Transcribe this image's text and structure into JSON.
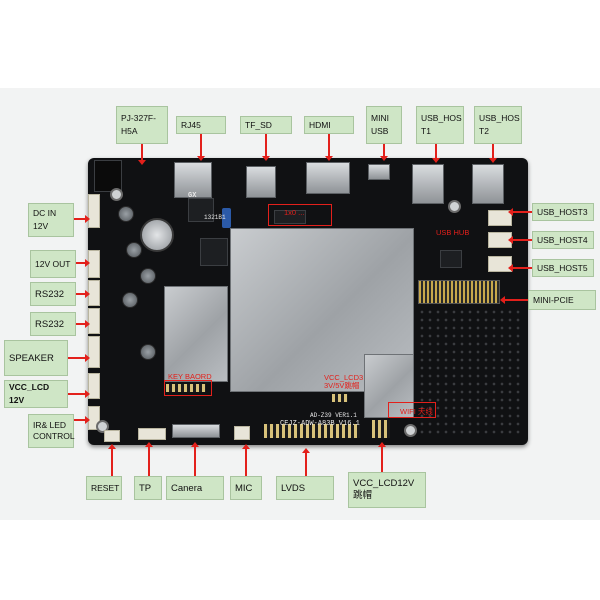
{
  "labels": {
    "pj327": "PJ-327F-\nH5A",
    "rj45": "RJ45",
    "tf_sd": "TF_SD",
    "hdmi": "HDMI",
    "mini_usb": "MINI\nUSB",
    "usb_host1": "USB_HOS\nT1",
    "usb_host2": "USB_HOS\nT2",
    "usb_host3": "USB_HOST3",
    "usb_host4": "USB_HOST4",
    "usb_host5": "USB_HOST5",
    "mini_pcie": "MINI-PCIE",
    "dc_in": "DC IN 12V",
    "out_12v": "12V OUT",
    "rs232_a": "RS232",
    "rs232_b": "RS232",
    "speaker": "SPEAKER",
    "vcc_lcd_12v": "VCC_LCD 12V",
    "ir_led": "IR& LED\nCONTROL",
    "reset": "RESET",
    "tp": "TP",
    "camera": "Canera",
    "mic": "MIC",
    "lvds": "LVDS",
    "vcc_lcd12v_jumper": "VCC_LCD12V\n跳帽"
  },
  "board_annotations": {
    "key_board": "KEY BAORD",
    "vcc_lcd3": "VCC_LCD3\n3V/5V跳帽",
    "wifi": "WIFI 天线",
    "top_small": "1x0 ...",
    "usb_hub": "USB HUB"
  },
  "silkscreen": {
    "gx": "GX",
    "chip_code": "1321B1",
    "board_id": "AD-Z39 VER1.1",
    "board_rev": "CEJZ-ADW-A83B V16.1"
  },
  "colors": {
    "label_bg": "#cfe6c6",
    "arrow": "#e3201b",
    "board": "#101113"
  }
}
